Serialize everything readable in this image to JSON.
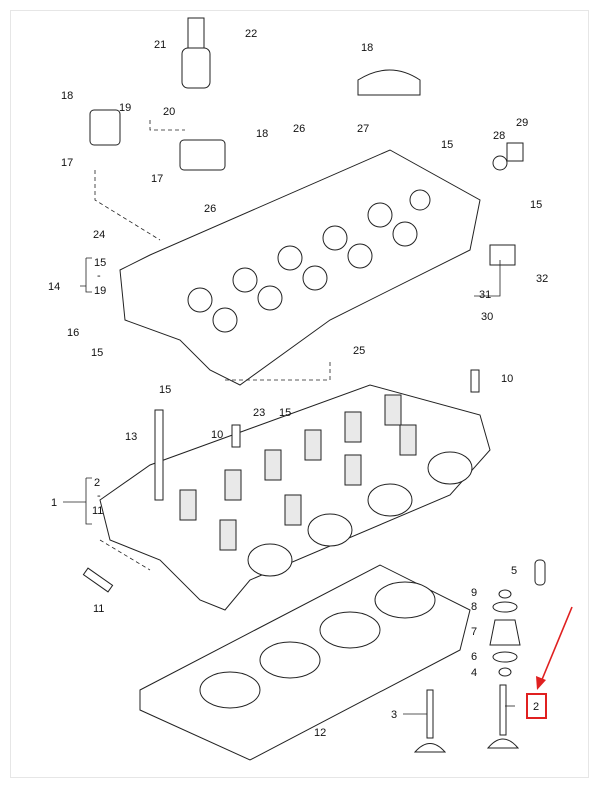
{
  "diagram": {
    "title": "Cylinder head exploded view",
    "labels": [
      {
        "id": "l22",
        "text": "22"
      },
      {
        "id": "l21",
        "text": "21"
      },
      {
        "id": "l18a",
        "text": "18"
      },
      {
        "id": "l18b",
        "text": "18"
      },
      {
        "id": "l19",
        "text": "19"
      },
      {
        "id": "l20",
        "text": "20"
      },
      {
        "id": "l18c",
        "text": "18"
      },
      {
        "id": "l26a",
        "text": "26"
      },
      {
        "id": "l27",
        "text": "27"
      },
      {
        "id": "l15a",
        "text": "15"
      },
      {
        "id": "l28",
        "text": "28"
      },
      {
        "id": "l29",
        "text": "29"
      },
      {
        "id": "l17a",
        "text": "17"
      },
      {
        "id": "l17b",
        "text": "17"
      },
      {
        "id": "l26b",
        "text": "26"
      },
      {
        "id": "l15b",
        "text": "15"
      },
      {
        "id": "l24",
        "text": "24"
      },
      {
        "id": "l14",
        "text": "14"
      },
      {
        "id": "l32",
        "text": "32"
      },
      {
        "id": "l31",
        "text": "31"
      },
      {
        "id": "l30",
        "text": "30"
      },
      {
        "id": "l16",
        "text": "16"
      },
      {
        "id": "l15c",
        "text": "15"
      },
      {
        "id": "l25",
        "text": "25"
      },
      {
        "id": "l15d",
        "text": "15"
      },
      {
        "id": "l23",
        "text": "23"
      },
      {
        "id": "l15e",
        "text": "15"
      },
      {
        "id": "l10a",
        "text": "10"
      },
      {
        "id": "l13",
        "text": "13"
      },
      {
        "id": "l10b",
        "text": "10"
      },
      {
        "id": "l1",
        "text": "1"
      },
      {
        "id": "l5",
        "text": "5"
      },
      {
        "id": "l11",
        "text": "11"
      },
      {
        "id": "l9",
        "text": "9"
      },
      {
        "id": "l8",
        "text": "8"
      },
      {
        "id": "l7",
        "text": "7"
      },
      {
        "id": "l6",
        "text": "6"
      },
      {
        "id": "l4",
        "text": "4"
      },
      {
        "id": "l3",
        "text": "3"
      },
      {
        "id": "l12",
        "text": "12"
      }
    ],
    "bracket_14": {
      "top": "15",
      "mid": "-",
      "bottom": "19"
    },
    "bracket_1": {
      "top": "2",
      "mid": "-",
      "bottom": "11"
    },
    "highlighted_label": "2",
    "highlight_color": "#e02020"
  }
}
